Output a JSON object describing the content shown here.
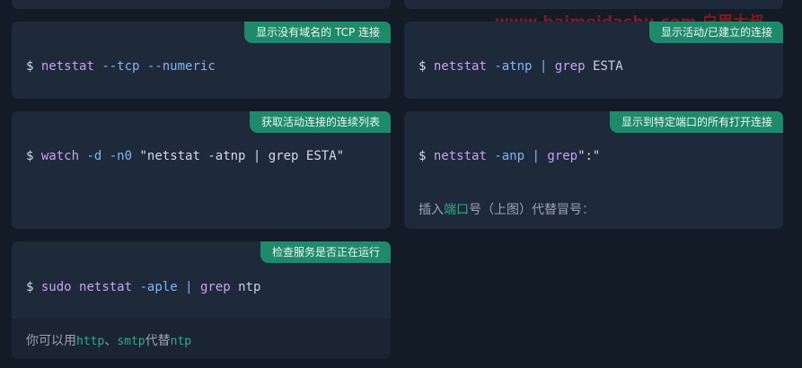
{
  "watermark": "www.baimeidashu.com 白眉大叔",
  "cards": {
    "tcp_numeric": {
      "badge": "显示没有域名的 TCP 连接",
      "prompt": "$",
      "cmd": "netstat",
      "flags": "--tcp --numeric"
    },
    "active": {
      "badge": "显示活动/已建立的连接",
      "prompt": "$",
      "cmd": "netstat",
      "flag": "-atnp",
      "pipe": "|",
      "cmd2": "grep",
      "arg": "ESTA"
    },
    "watch": {
      "badge": "获取活动连接的连续列表",
      "prompt": "$",
      "cmd": "watch",
      "flags": "-d -n0",
      "str": "\"netstat -atnp | grep ESTA\""
    },
    "port": {
      "badge": "显示到特定端口的所有打开连接",
      "prompt": "$",
      "cmd": "netstat",
      "flag": "-anp",
      "pipe": "|",
      "cmd2": "grep",
      "str": "\":\"",
      "note_pre": "插入",
      "note_hl": "端口",
      "note_mid": "号（上图）代替冒号",
      "note_hl2": "："
    },
    "service": {
      "badge": "检查服务是否正在运行",
      "prompt": "$",
      "cmd": "sudo",
      "cmd1": "netstat",
      "flag": "-aple",
      "pipe": "|",
      "cmd2": "grep",
      "arg": "ntp",
      "note_pre": "你可以用",
      "note_hl1": "http",
      "note_sep": "、",
      "note_hl2": "smtp",
      "note_mid": "代替",
      "note_hl3": "ntp"
    }
  }
}
